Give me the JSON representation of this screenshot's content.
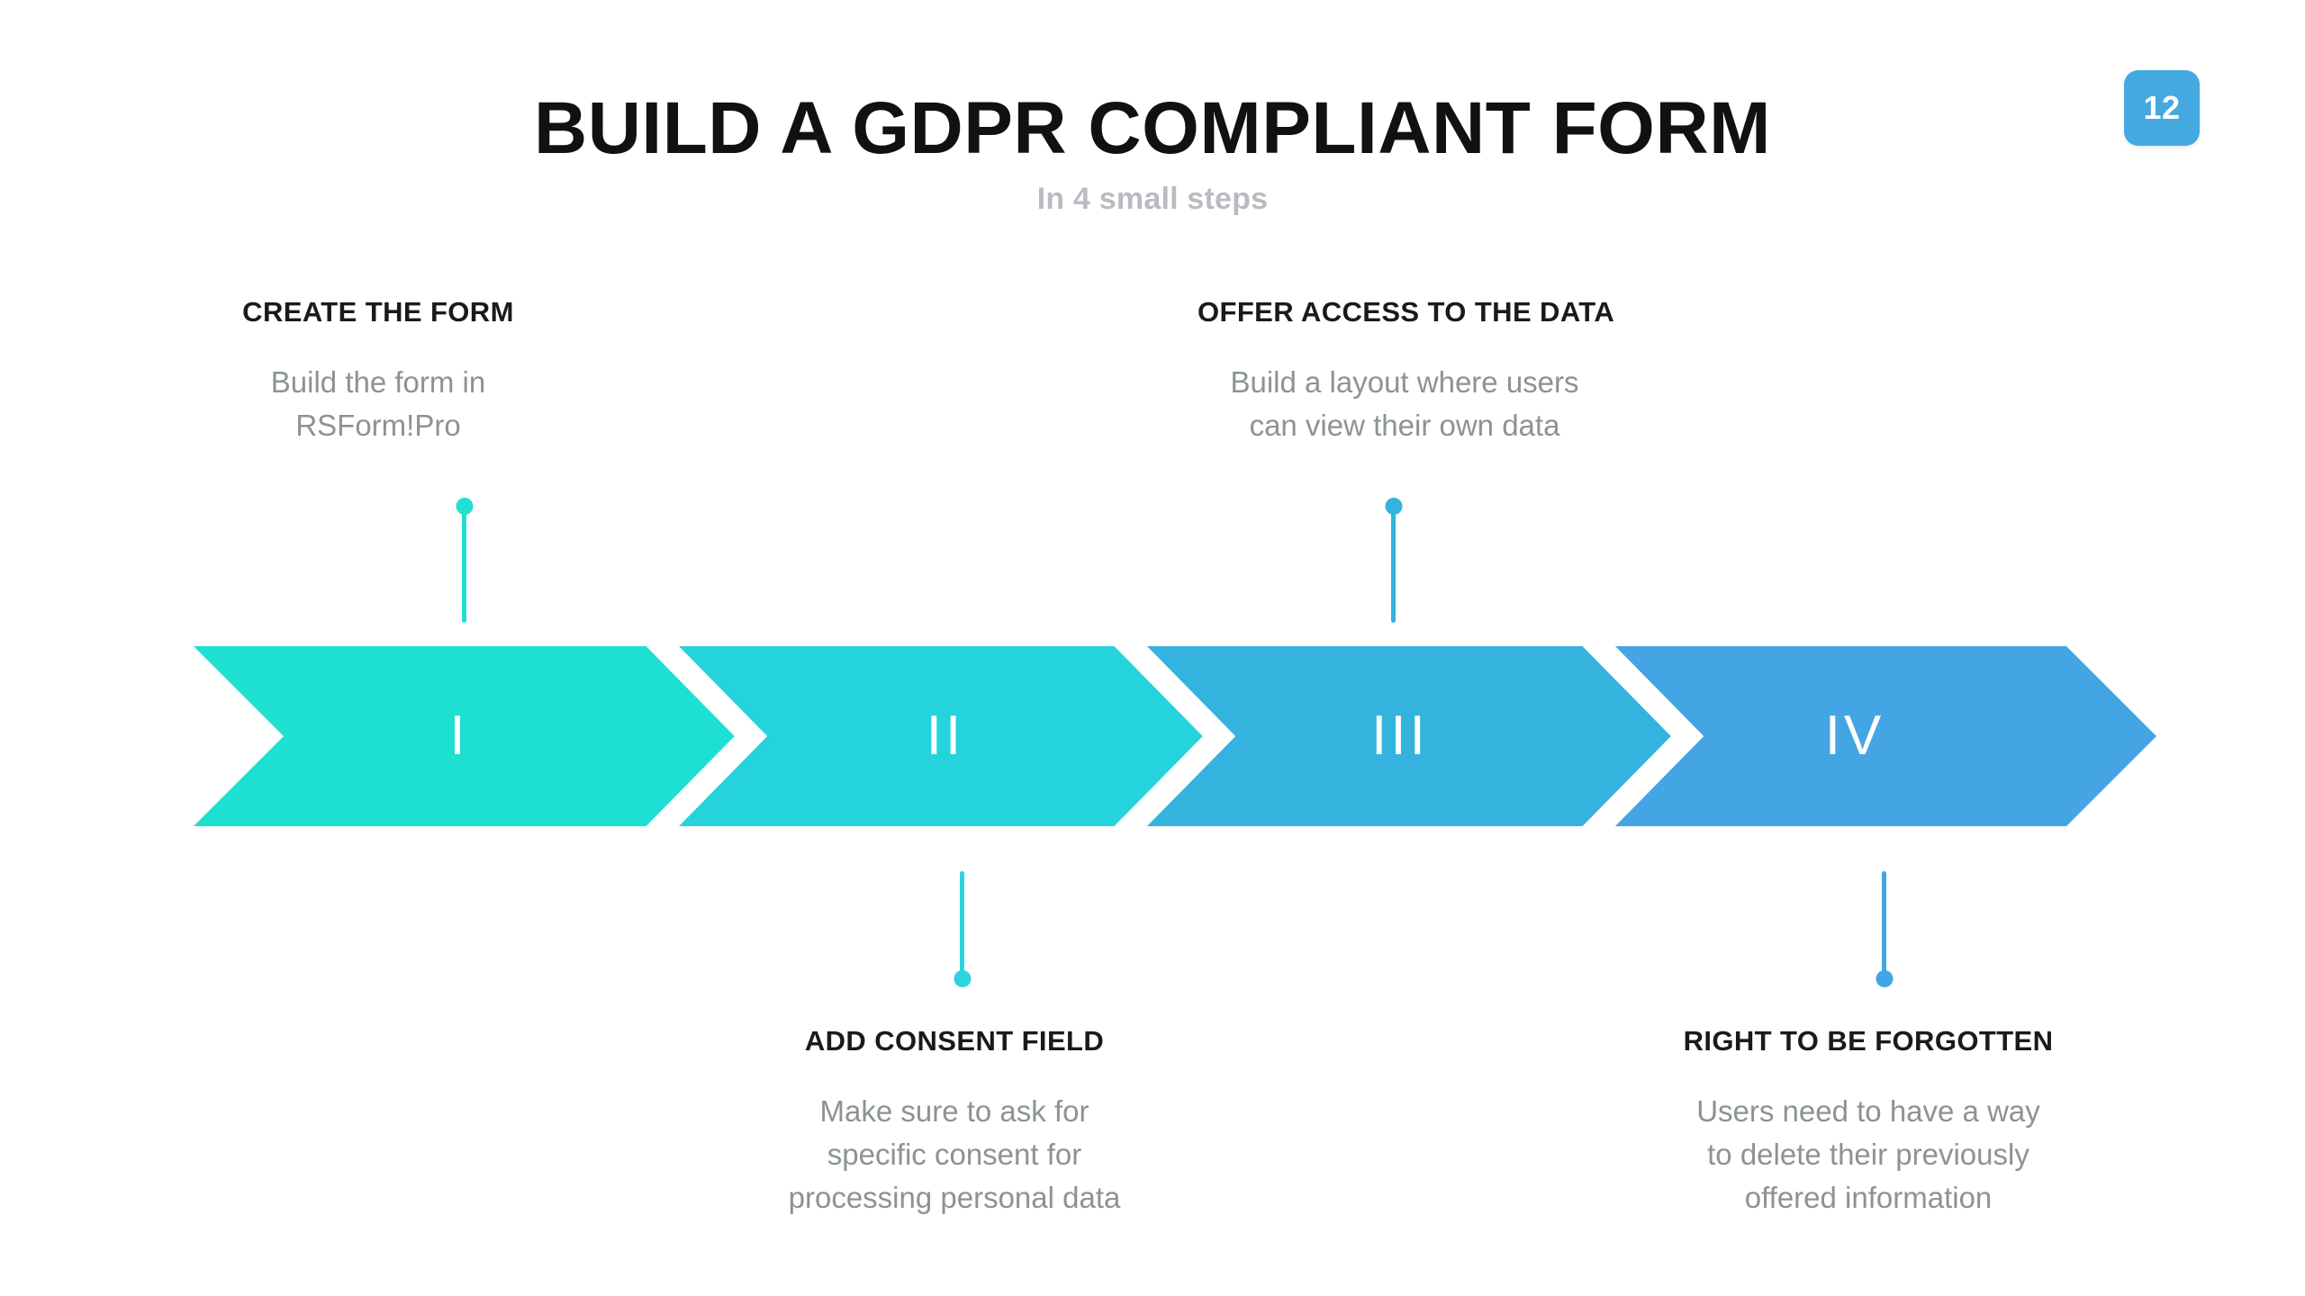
{
  "page": {
    "badge_number": "12",
    "title": "BUILD A GDPR COMPLIANT FORM",
    "subtitle": "In 4 small steps"
  },
  "colors": {
    "badge": "#43a9e0",
    "title": "#111111",
    "subtitle": "#b8bcc0",
    "step_heading": "#1a1a1a",
    "step_body": "#8c9296",
    "chevron_1": "#1ee0d2",
    "chevron_2": "#25d3dc",
    "chevron_3": "#33b3de",
    "chevron_4": "#43a5e3",
    "background": "#ffffff",
    "numeral": "#ffffff"
  },
  "chevrons": [
    {
      "numeral": "I",
      "color": "#1ee0d2"
    },
    {
      "numeral": "II",
      "color": "#25d3dc"
    },
    {
      "numeral": "III",
      "color": "#33b3de"
    },
    {
      "numeral": "IV",
      "color": "#43a5e3"
    }
  ],
  "steps": [
    {
      "index": "1",
      "numeral": "I",
      "position": "top",
      "heading": "CREATE THE FORM",
      "lines": [
        "Build the form in",
        "RSForm!Pro"
      ],
      "connector_color": "#22ded3",
      "dot_position": "top"
    },
    {
      "index": "2",
      "numeral": "II",
      "position": "bottom",
      "heading": "ADD CONSENT FIELD",
      "lines": [
        "Make sure to ask for",
        "specific consent for",
        "processing personal data"
      ],
      "connector_color": "#2bd4de",
      "dot_position": "bottom"
    },
    {
      "index": "3",
      "numeral": "III",
      "position": "top",
      "heading": "OFFER ACCESS TO THE DATA",
      "lines": [
        "Build a layout where users",
        "can view their own data"
      ],
      "connector_color": "#33b3de",
      "dot_position": "top"
    },
    {
      "index": "4",
      "numeral": "IV",
      "position": "bottom",
      "heading": "RIGHT TO BE FORGOTTEN",
      "lines": [
        "Users need to have a way",
        "to delete their previously",
        "offered information"
      ],
      "connector_color": "#43a5e3",
      "dot_position": "bottom"
    }
  ]
}
